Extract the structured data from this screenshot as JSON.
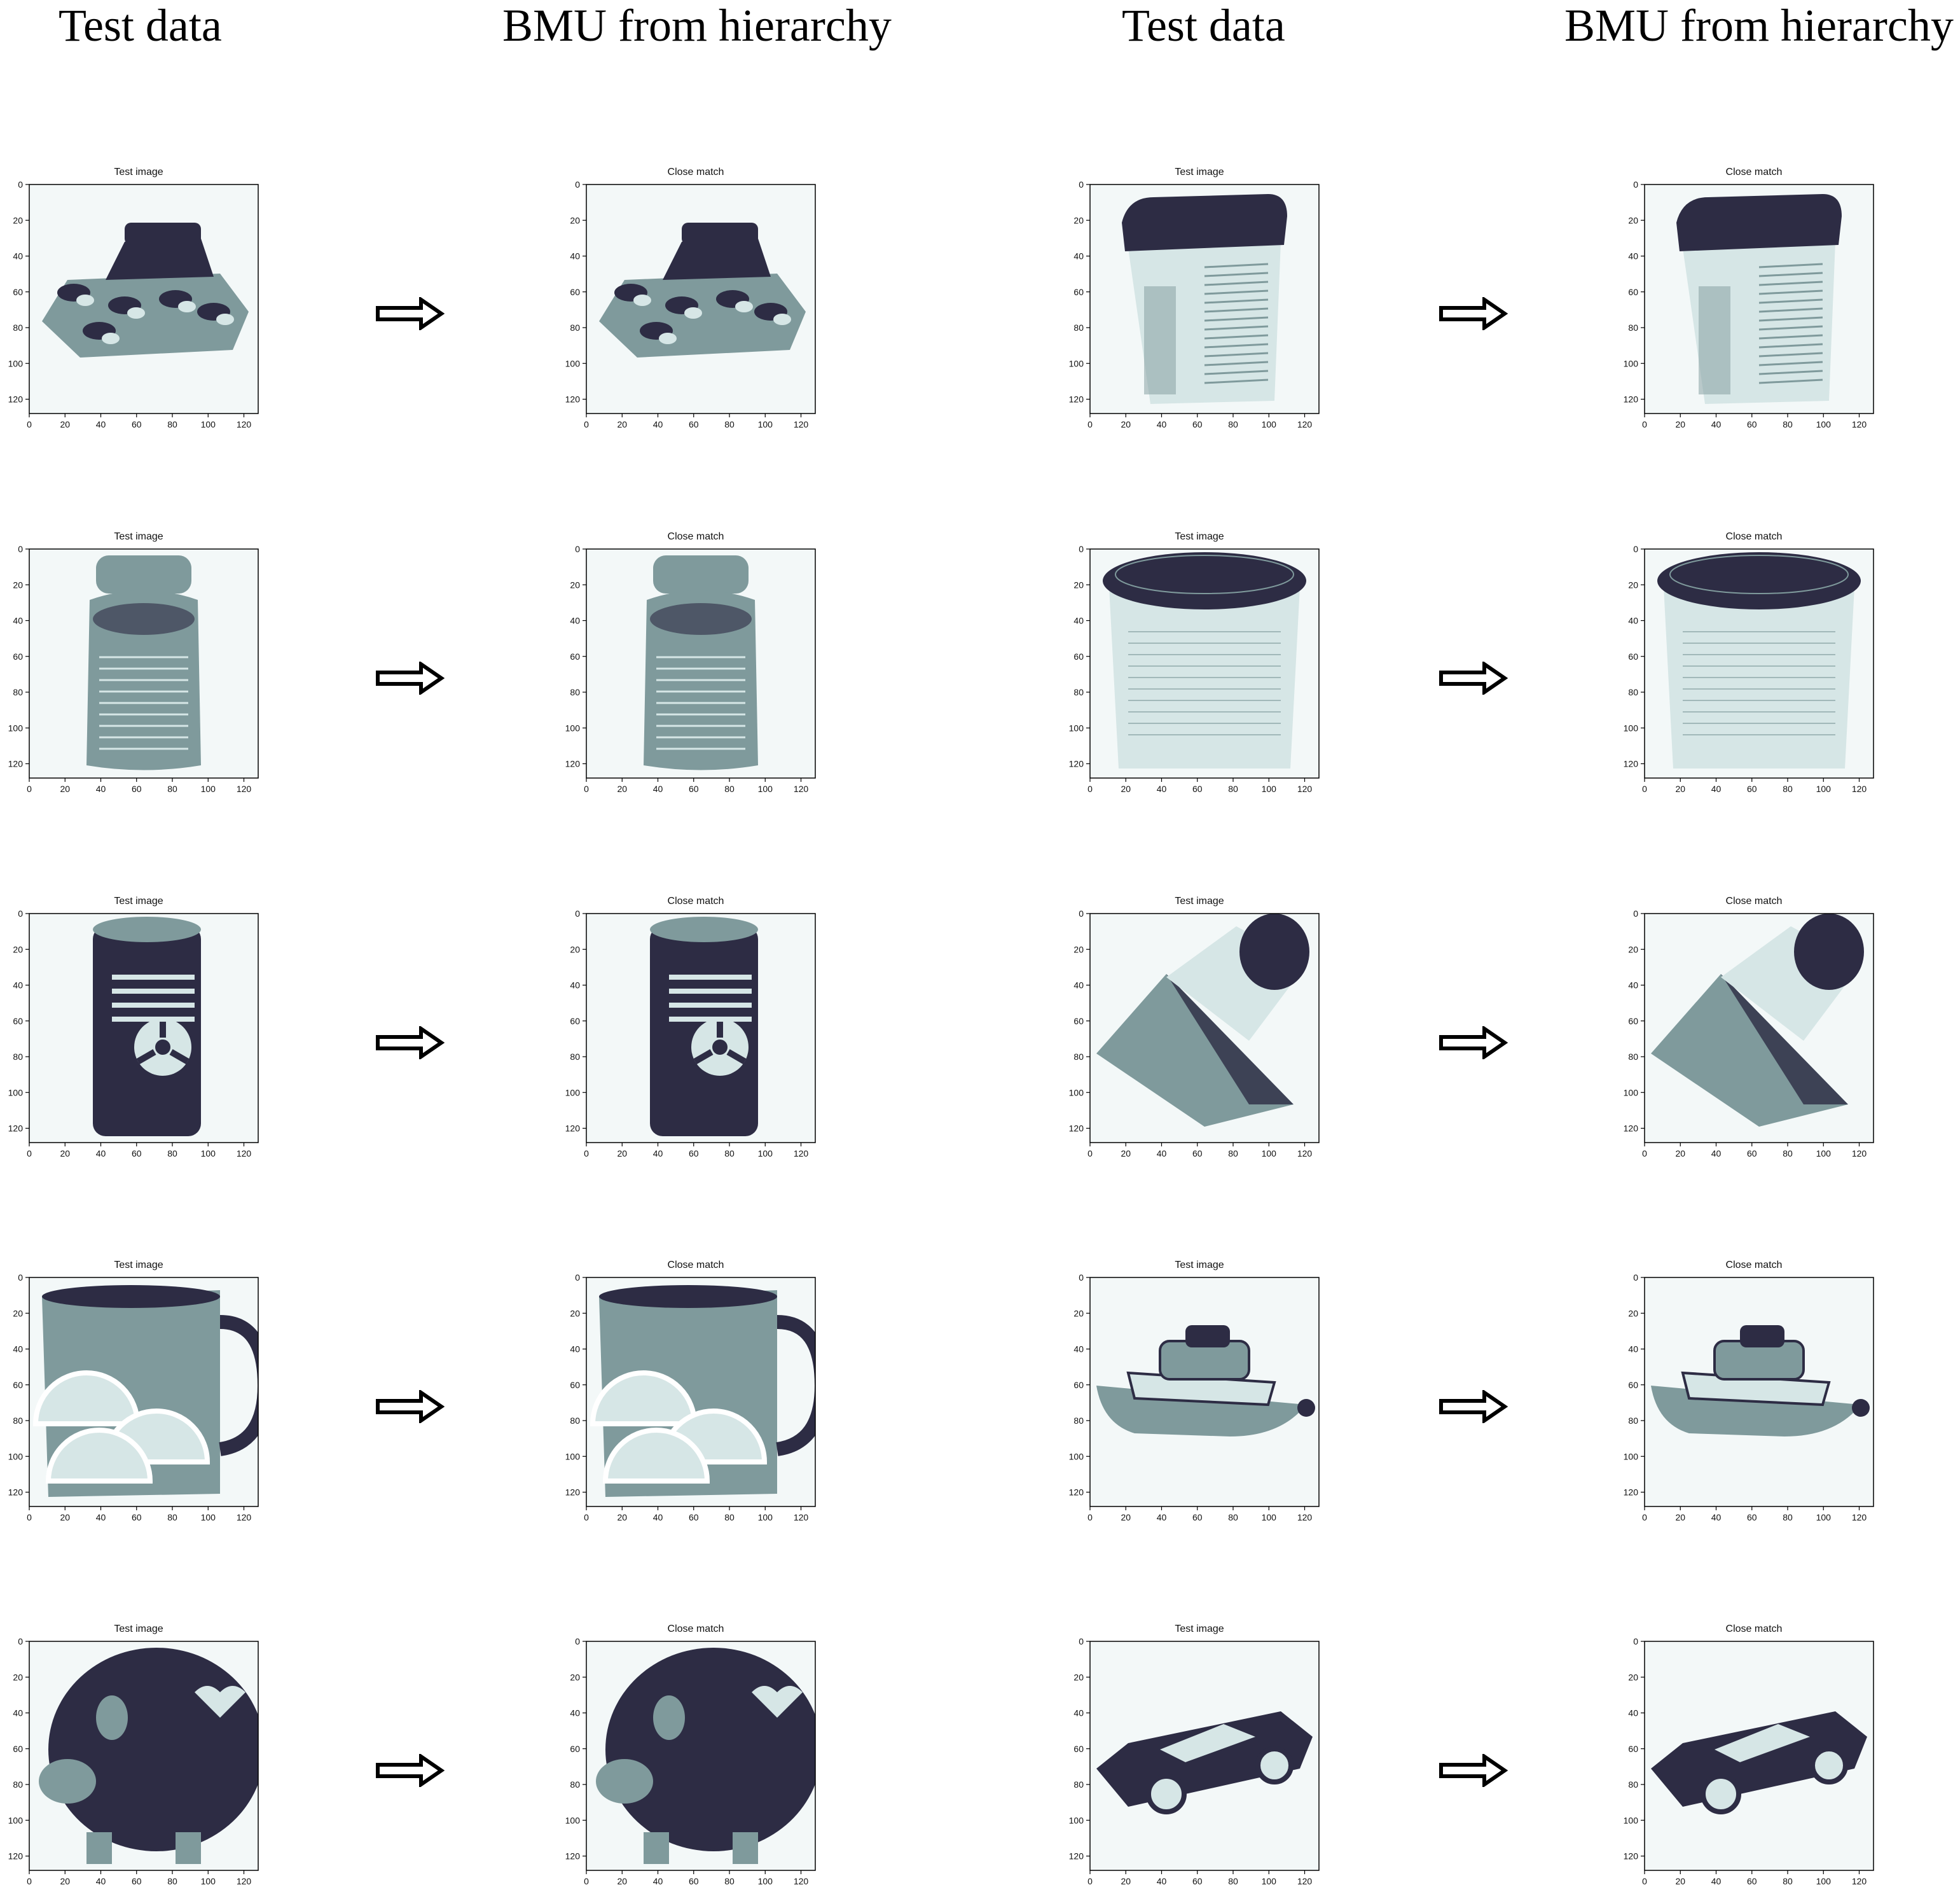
{
  "headers": [
    "Test data",
    "BMU from hierarchy",
    "Test data",
    "BMU from hierarchy"
  ],
  "panel_titles": {
    "test": "Test image",
    "match": "Close match"
  },
  "axis_ticks": [
    "0",
    "20",
    "40",
    "60",
    "80",
    "100",
    "120"
  ],
  "colors": {
    "dark": "#2d2c44",
    "mid": "#7f9a9c",
    "light": "#d6e6e6",
    "bg": "#f3f8f8"
  },
  "pairs": [
    {
      "left": "tank",
      "right": "cinnamon-box"
    },
    {
      "left": "pill-bottle",
      "right": "round-container"
    },
    {
      "left": "nuclear-waste-can",
      "right": "cylinder-on-wedge"
    },
    {
      "left": "fruit-mug",
      "right": "toy-boat"
    },
    {
      "left": "i-love-ny-piggy-bank",
      "right": "toy-convertible-car"
    }
  ]
}
